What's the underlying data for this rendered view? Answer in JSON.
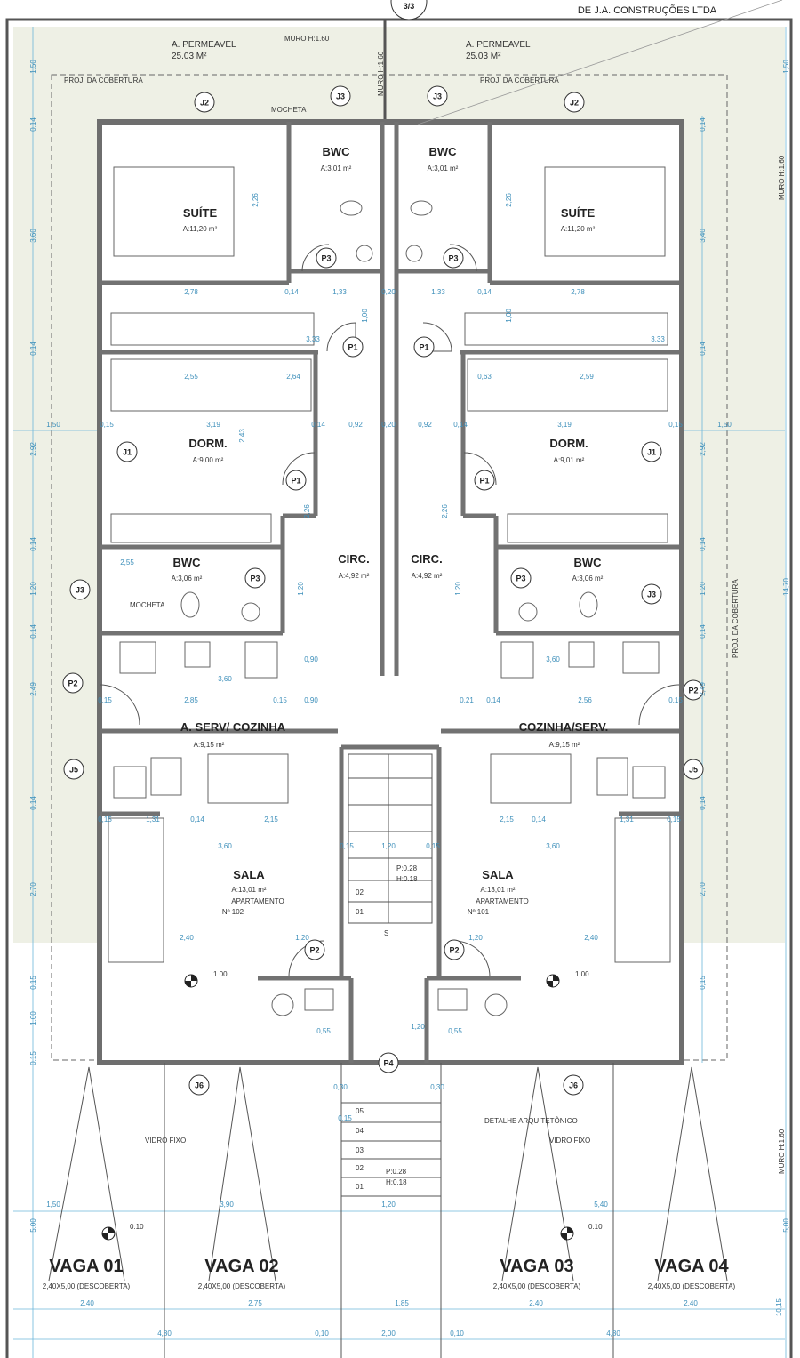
{
  "header": {
    "company_note": "DE J.A. CONSTRUÇÕES LTDA",
    "section_mark": "3/3"
  },
  "permeable": [
    {
      "label": "A. PERMEAVEL",
      "area": "25.03 M²"
    },
    {
      "label": "A. PERMEAVEL",
      "area": "25.03 M²"
    }
  ],
  "notes": {
    "muro": "MURO H:1.60",
    "proj": "PROJ. DA COBERTURA",
    "mocheta": "MOCHETA",
    "vidro": "VIDRO FIXO",
    "detalhe": "DETALHE ARQUITETÔNICO",
    "stair_p": "P:0.28",
    "stair_h": "H:0.18",
    "stair_s": "S"
  },
  "units": [
    {
      "suite": {
        "name": "SUÍTE",
        "area": "A:11,20 m²"
      },
      "bwc_suite": {
        "name": "BWC",
        "area": "A:3,01 m²"
      },
      "dorm": {
        "name": "DORM.",
        "area": "A:9,00 m²"
      },
      "bwc": {
        "name": "BWC",
        "area": "A:3,06 m²"
      },
      "circ": {
        "name": "CIRC.",
        "area": "A:4,92 m²"
      },
      "kitchen": {
        "name": "A. SERV/ COZINHA",
        "area": "A:9,15 m²"
      },
      "sala": {
        "name": "SALA",
        "area": "A:13,01 m²",
        "apartment": "APARTAMENTO",
        "number": "Nº 102"
      }
    },
    {
      "suite": {
        "name": "SUÍTE",
        "area": "A:11,20 m²"
      },
      "bwc_suite": {
        "name": "BWC",
        "area": "A:3,01 m²"
      },
      "dorm": {
        "name": "DORM.",
        "area": "A:9,01 m²"
      },
      "bwc": {
        "name": "BWC",
        "area": "A:3,06 m²"
      },
      "circ": {
        "name": "CIRC.",
        "area": "A:4,92 m²"
      },
      "kitchen": {
        "name": "COZINHA/SERV.",
        "area": "A:9,15 m²"
      },
      "sala": {
        "name": "SALA",
        "area": "A:13,01 m²",
        "apartment": "APARTAMENTO",
        "number": "Nº 101"
      }
    }
  ],
  "stairs": {
    "upper_steps": [
      "02",
      "01"
    ],
    "lower_steps": [
      "05",
      "04",
      "03",
      "02",
      "01"
    ]
  },
  "levels": [
    "1.00",
    "1.00",
    "0.10",
    "0.10"
  ],
  "parking": [
    {
      "label": "VAGA 01",
      "size": "2,40X5,00 (DESCOBERTA)"
    },
    {
      "label": "VAGA 02",
      "size": "2,40X5,00 (DESCOBERTA)"
    },
    {
      "label": "VAGA 03",
      "size": "2,40X5,00 (DESCOBERTA)"
    },
    {
      "label": "VAGA 04",
      "size": "2,40X5,00 (DESCOBERTA)"
    }
  ],
  "tags": [
    "J2",
    "J2",
    "J3",
    "J3",
    "P3",
    "P3",
    "P1",
    "P1",
    "J1",
    "J1",
    "P1",
    "P1",
    "J3",
    "J3",
    "P3",
    "P3",
    "P2",
    "P2",
    "J5",
    "J5",
    "P2",
    "P2",
    "P4",
    "J6",
    "J6"
  ],
  "dims": [
    "1,50",
    "0,14",
    "3,60",
    "0,14",
    "2,92",
    "0,14",
    "1,20",
    "0,14",
    "2,49",
    "0,14",
    "2,70",
    "0,15",
    "1,00",
    "0,15",
    "5,00",
    "0,14",
    "3,40",
    "0,14",
    "2,92",
    "0,14",
    "1,20",
    "0,14",
    "2,49",
    "0,14",
    "2,70",
    "0,15",
    "1,50",
    "14,70",
    "5,00",
    "10,15",
    "1,50",
    "1,50",
    "2,78",
    "0,14",
    "1,33",
    "0,20",
    "1,33",
    "0,14",
    "2,78",
    "3,33",
    "3,33",
    "2,55",
    "2,64",
    "0,63",
    "2,59",
    "0,15",
    "3,19",
    "0,14",
    "0,92",
    "0,20",
    "0,92",
    "0,14",
    "3,19",
    "0,15",
    "2,55",
    "3,60",
    "0,90",
    "3,60",
    "0,15",
    "2,85",
    "0,15",
    "0,90",
    "0,21",
    "0,14",
    "2,56",
    "0,15",
    "0,15",
    "1,31",
    "0,14",
    "2,15",
    "2,15",
    "0,14",
    "1,31",
    "0,15",
    "3,60",
    "0,15",
    "1,20",
    "0,15",
    "3,60",
    "2,40",
    "1,20",
    "1,20",
    "2,40",
    "0,55",
    "1,20",
    "0,55",
    "0,30",
    "0,30",
    "0,15",
    "1,50",
    "3,90",
    "1,20",
    "5,40",
    "2,40",
    "2,75",
    "1,85",
    "2,40",
    "2,40",
    "4,80",
    "0,10",
    "2,00",
    "0,10",
    "4,80",
    "2,26",
    "2,26",
    "1,00",
    "1,00",
    "2,43",
    "2,26",
    "2,26",
    "1,20",
    "1,20"
  ],
  "colors": {
    "permeable_area": "#eef0e5",
    "walls": "#727272",
    "dimensions": "#3d8fba"
  }
}
